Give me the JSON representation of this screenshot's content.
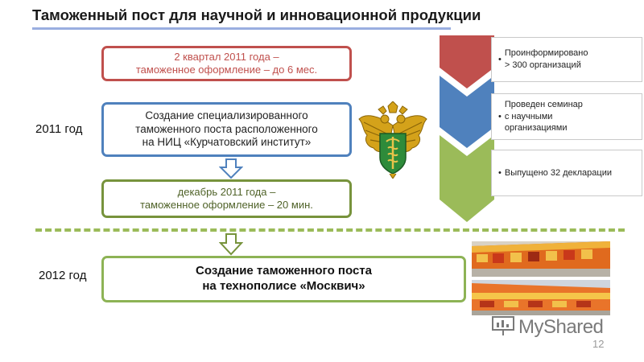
{
  "slide": {
    "title": "Таможенный пост для научной и инновационной продукции",
    "page_number": "12"
  },
  "flow": {
    "box1_line1": "2 квартал 2011 года –",
    "box1_line2": "таможенное оформление – до 6 мес.",
    "box2_line1": "Создание специализированного",
    "box2_line2": "таможенного поста расположенного",
    "box2_line3": "на НИЦ «Курчатовский институт»",
    "box3_line1": "декабрь 2011 года –",
    "box3_line2": "таможенное оформление – 20 мин.",
    "box4_line1": "Создание таможенного поста",
    "box4_line2": "на технополисе «Москвич»"
  },
  "years": {
    "y2011": "2011 год",
    "y2012": "2012 год"
  },
  "results": {
    "item1_line1": "Проинформировано",
    "item1_line2": "> 300 организаций",
    "item2_line1": "Проведен семинар",
    "item2_line2": "с научными",
    "item2_line3": "организациями",
    "item3": "Выпущено 32 декларации",
    "bullet": "•"
  },
  "watermark": {
    "text": "MyShared"
  },
  "colors": {
    "red": "#c0504d",
    "blue": "#4f81bd",
    "green": "#9bbb59"
  },
  "icons": [
    "customs-emblem-icon",
    "down-arrow-icon",
    "chevron-arrow-icon",
    "presentation-icon"
  ]
}
